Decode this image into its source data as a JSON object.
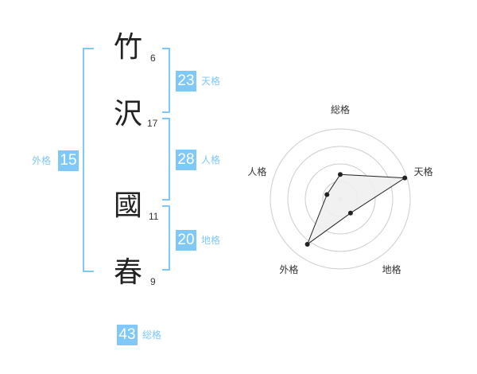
{
  "characters": [
    {
      "char": "竹",
      "strokes": "6"
    },
    {
      "char": "沢",
      "strokes": "17"
    },
    {
      "char": "國",
      "strokes": "11"
    },
    {
      "char": "春",
      "strokes": "9"
    }
  ],
  "ranks": {
    "tenkaku": {
      "value": "23",
      "label": "天格"
    },
    "jinkaku": {
      "value": "28",
      "label": "人格"
    },
    "chikaku": {
      "value": "20",
      "label": "地格"
    },
    "gaikaku": {
      "value": "15",
      "label": "外格"
    },
    "soukaku": {
      "value": "43",
      "label": "総格"
    }
  },
  "chart_data": {
    "type": "radar",
    "axes": [
      "総格",
      "天格",
      "地格",
      "外格",
      "人格"
    ],
    "values": [
      0.35,
      0.97,
      0.25,
      0.8,
      0.2
    ],
    "rings": 4,
    "colors": {
      "fill": "#efefef",
      "line": "#222222",
      "grid": "#cccccc",
      "accent": "#7fc8f8"
    }
  }
}
